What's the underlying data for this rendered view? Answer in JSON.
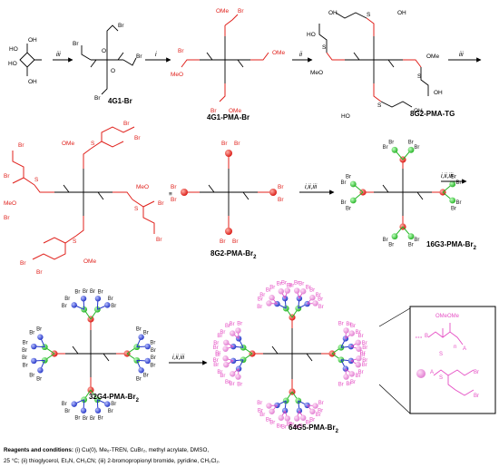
{
  "compounds": {
    "c1": "4G1-Br",
    "c2": "4G1-PMA-Br",
    "c3": "8G2-PMA-TG",
    "c4": "8G2-PMA-Br",
    "c5": "16G3-PMA-Br",
    "c6": "32G4-PMA-Br",
    "c7": "64G5-PMA-Br"
  },
  "compound_subscripts": {
    "c4": "2",
    "c5": "2",
    "c6": "2",
    "c7": "2"
  },
  "arrows": {
    "a1": "iii",
    "a2": "i",
    "a3": "ii",
    "a4": "iii",
    "a5": "i,ii,iii",
    "a6": "i,ii,iii",
    "a7": "i,ii,iii"
  },
  "atoms": {
    "br": "Br",
    "ho": "HO",
    "oh": "OH",
    "o": "O",
    "s": "S",
    "meo": "MeO",
    "ome": "OMe",
    "equiv": "≡"
  },
  "legend": {
    "line_a": "B",
    "line_n": "n",
    "line_a2": "A",
    "line_s": "S",
    "ball_a": "A",
    "ball_s": "S",
    "ball_br": "Br",
    "ome": "OMeOMe"
  },
  "reagents": {
    "line1_bold": "Reagents and conditions:",
    "line1": " (i) Cu(0), Me₆-TREN, CuBr₂, methyl acrylate, DMSO,",
    "line2": "25 °C; (ii) thioglycerol, Et₃N, CH₃CN; (iii) 2-bromopropionyl bromide, pyridine, CH₂Cl₂."
  },
  "colors": {
    "core": "#000000",
    "red": "#e0201b",
    "green": "#23b523",
    "blue": "#2033c8",
    "pink": "#e54fc4",
    "pink_ball": "#f2a5e0"
  }
}
